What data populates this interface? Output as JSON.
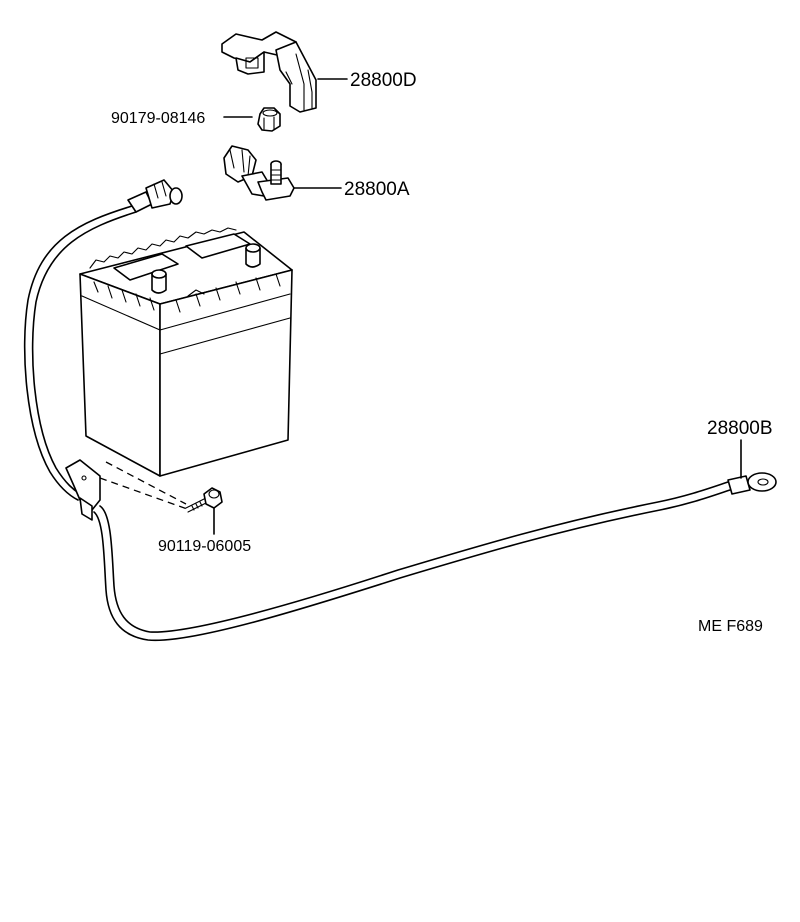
{
  "parts": {
    "terminal_cover": {
      "label": "28800D"
    },
    "nut": {
      "label": "90179-08146"
    },
    "positive_clamp": {
      "label": "28800A"
    },
    "ground_cable": {
      "label": "28800B"
    },
    "bolt": {
      "label": "90119-06005"
    }
  },
  "figure_code": "ME  F689"
}
